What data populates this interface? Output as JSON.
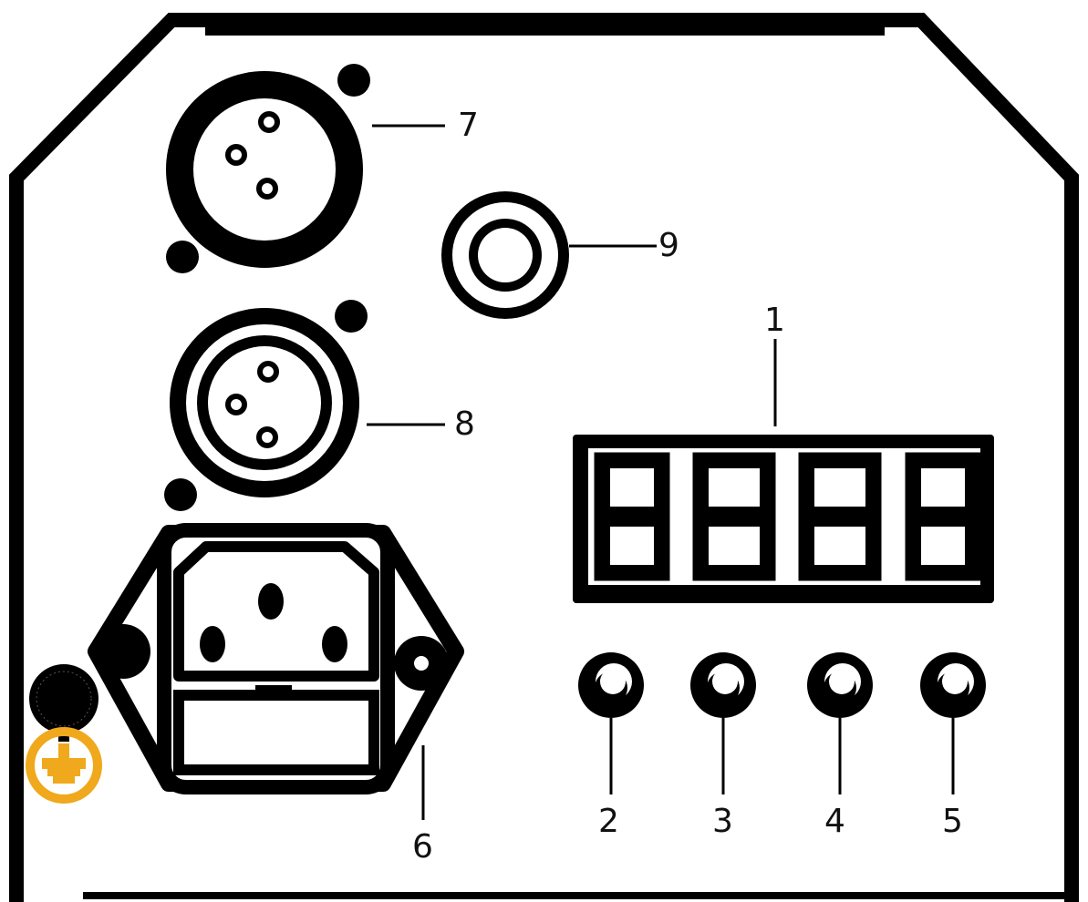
{
  "labels": {
    "display": "1",
    "button_2": "2",
    "button_3": "3",
    "button_4": "4",
    "button_5": "5",
    "power_socket": "6",
    "xlr_in": "7",
    "xlr_out": "8",
    "aux_jack": "9"
  },
  "colors": {
    "line": "#000000",
    "ground": "#f0a81c",
    "background": "#ffffff"
  }
}
